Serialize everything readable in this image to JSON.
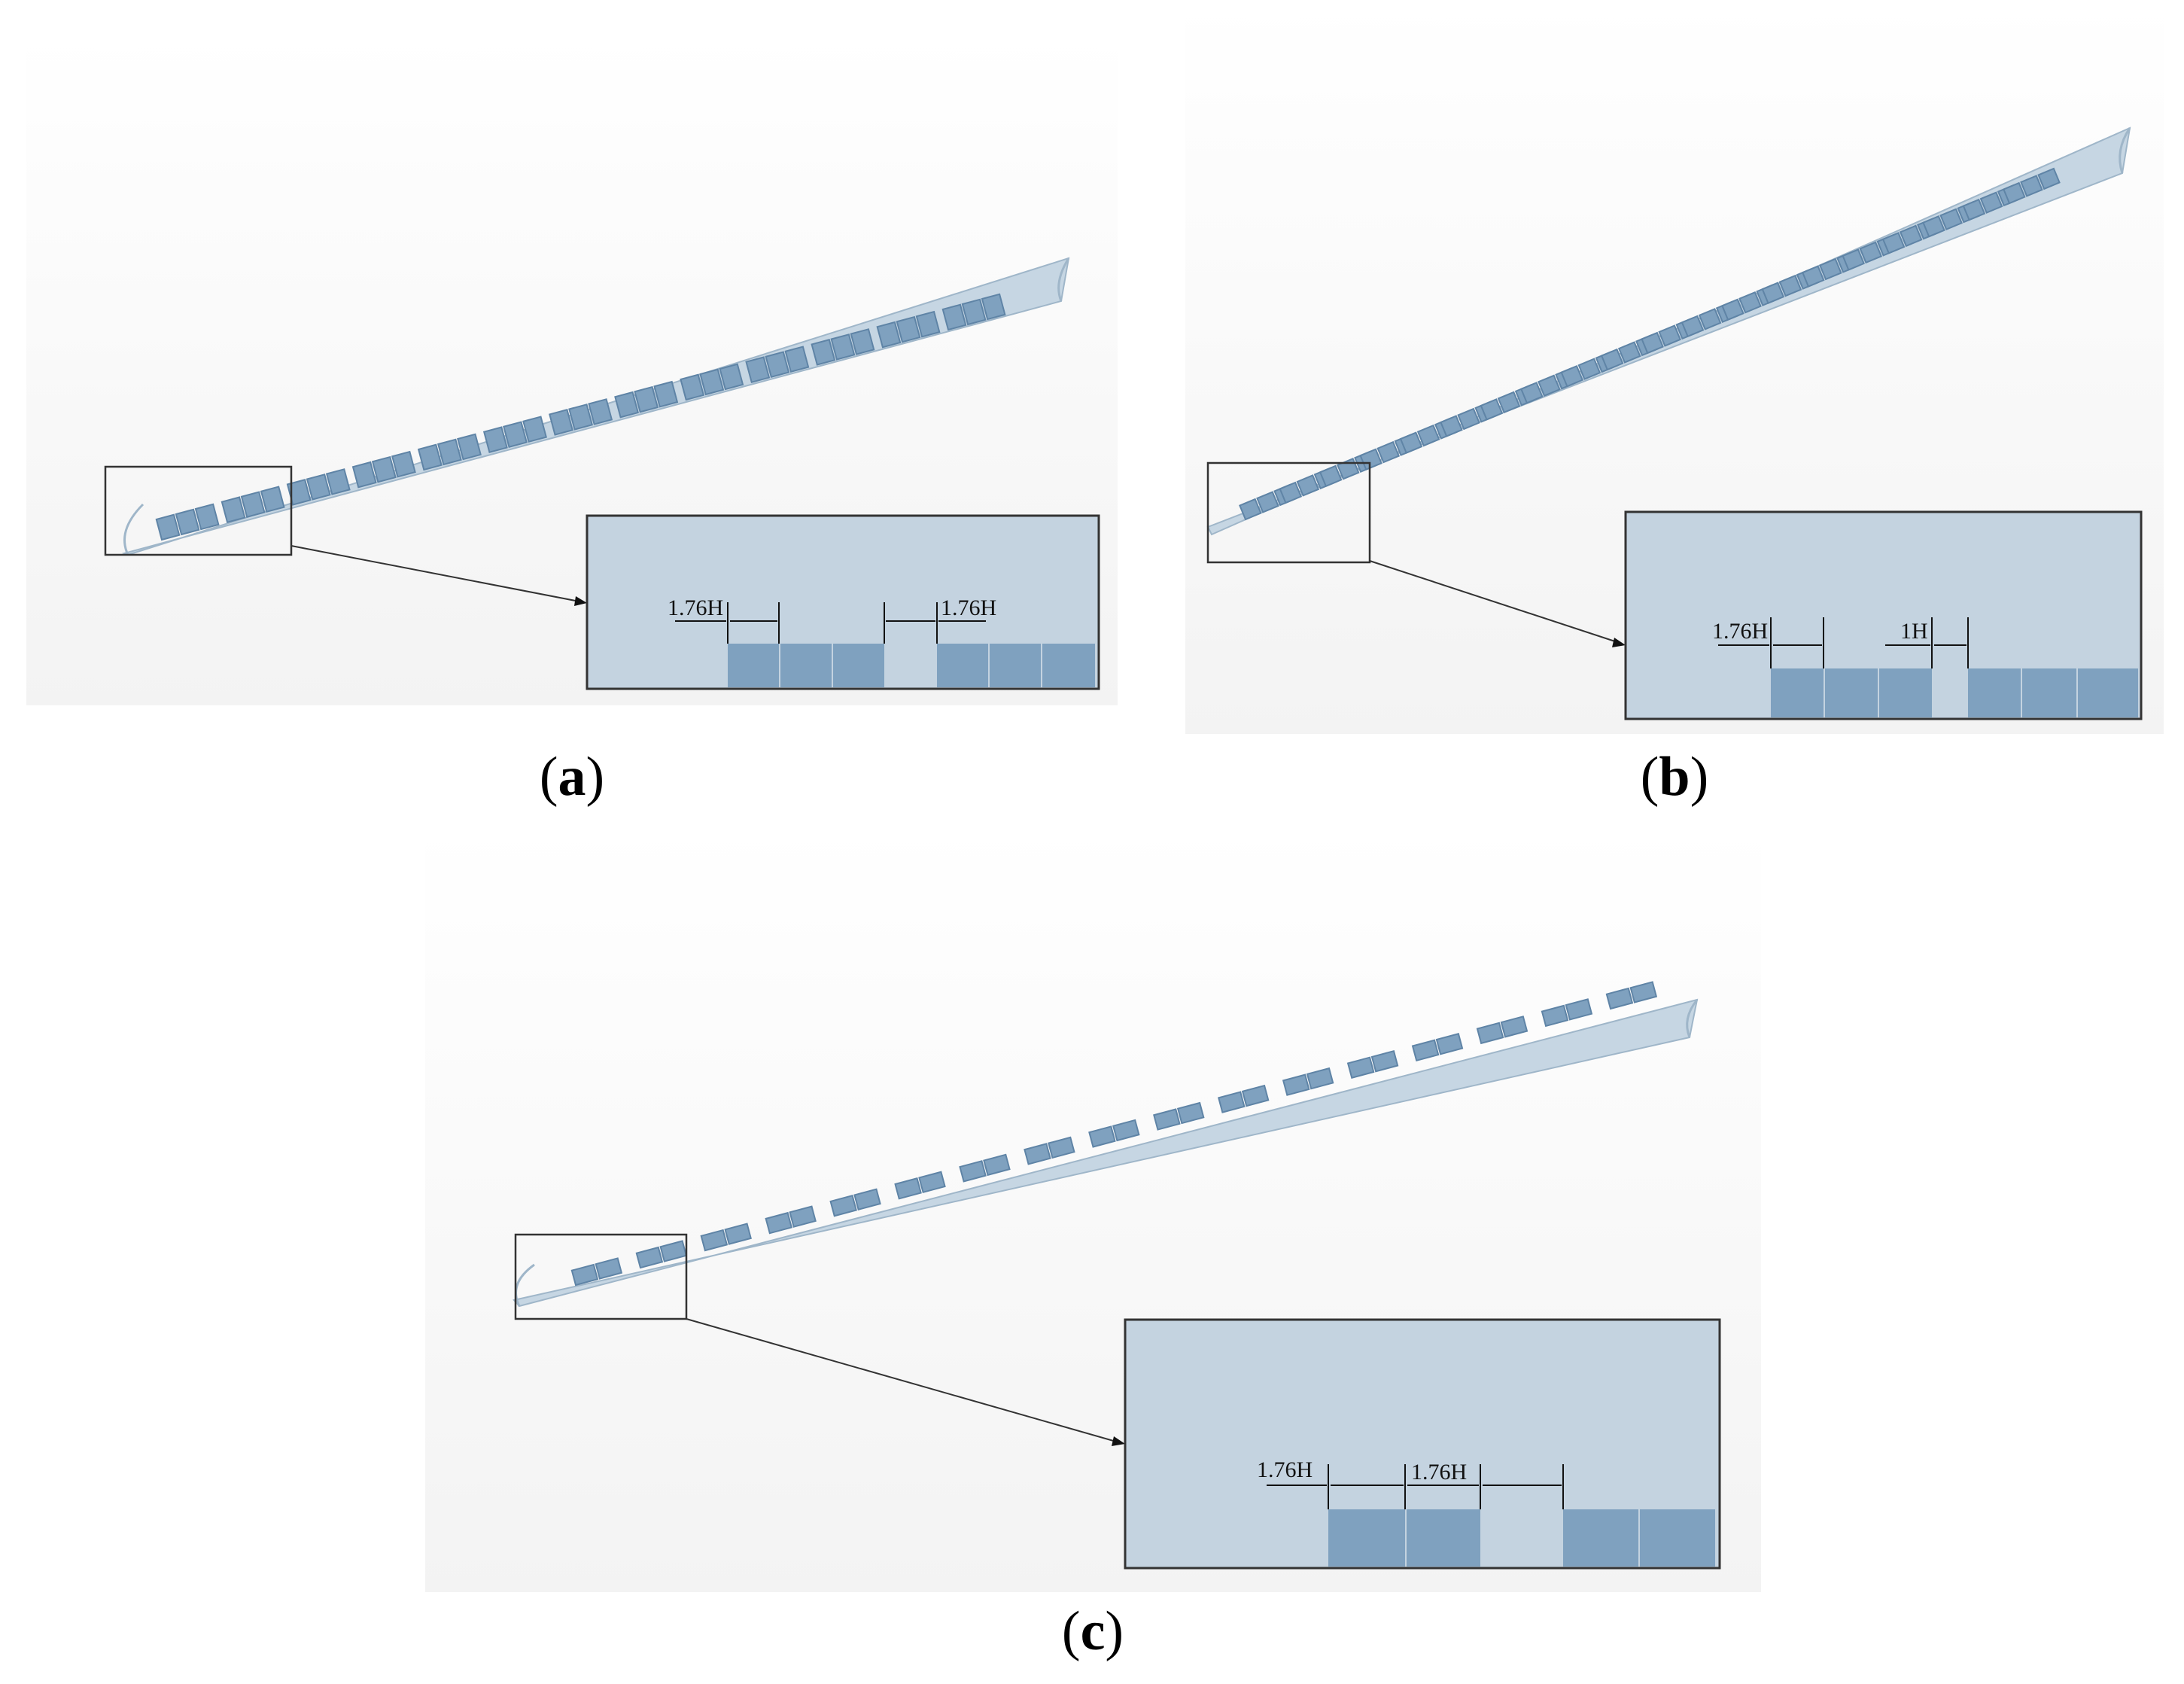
{
  "figure": {
    "panels": [
      {
        "id": "a",
        "caption": "a",
        "block_groups": 13,
        "blocks_per_group": 3,
        "inset_labels": [
          "1.76H",
          "1.76H"
        ]
      },
      {
        "id": "b",
        "caption": "b",
        "block_groups": 20,
        "blocks_per_group": 3,
        "inset_labels": [
          "1.76H",
          "1H"
        ]
      },
      {
        "id": "c",
        "caption": "c",
        "block_groups": 17,
        "blocks_per_group": 2,
        "inset_labels": [
          "1.76H",
          "1.76H"
        ]
      }
    ],
    "colors": {
      "tunnel_fill": "#c6d6e3",
      "tunnel_edge": "#9fb6c9",
      "block_fill": "#7fa1bf",
      "block_dark": "#5f84a6",
      "inset_bg": "#c4d3e0",
      "frame": "#333333"
    }
  }
}
